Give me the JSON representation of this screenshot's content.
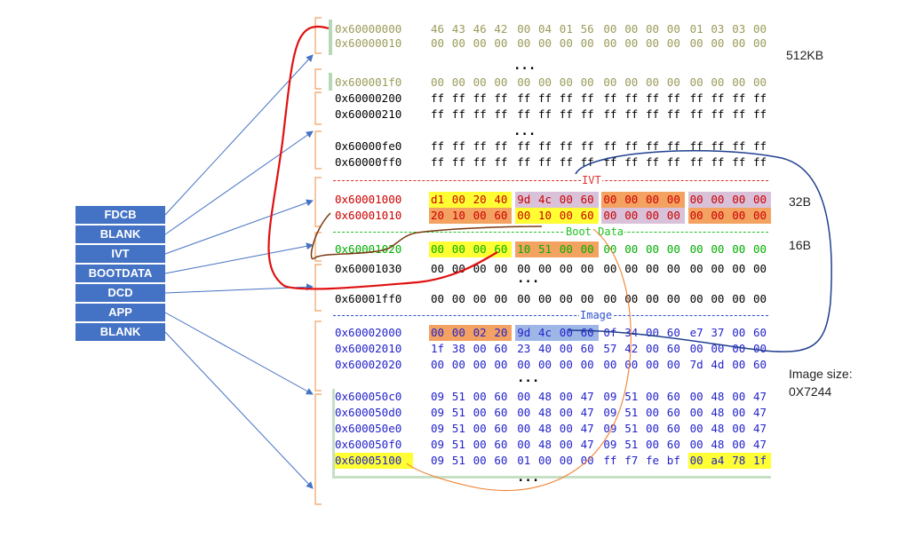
{
  "legend": [
    "FDCB",
    "BLANK",
    "IVT",
    "BOOTDATA",
    "DCD",
    "APP",
    "BLANK"
  ],
  "separators": {
    "ivt": "IVT",
    "boot_data": "Boot Data",
    "image": "Image"
  },
  "ellipsis": "...",
  "notes": {
    "size_512kb": "512KB",
    "size_32b": "32B",
    "size_16b": "16B",
    "image_size_label": "Image size:",
    "image_size_value": "0X7244"
  },
  "colors": {
    "legend_box": "#4472c4",
    "olive_text": "#9b9b5a",
    "red_text": "#cc0000",
    "green_text": "#00b000",
    "blue_text": "#2222cc",
    "yellow_hl": "#ffff33",
    "orange_hl": "#f4a261",
    "lavender_hl": "#d9c2d9",
    "blue_hl": "#9eb6e6",
    "section_bar": "#c6e0c6"
  },
  "rows": [
    {
      "addr": "0x60000000",
      "color": "olive",
      "bytes": [
        "46",
        "43",
        "46",
        "42",
        "00",
        "04",
        "01",
        "56",
        "00",
        "00",
        "00",
        "00",
        "01",
        "03",
        "03",
        "00"
      ]
    },
    {
      "addr": "0x60000010",
      "color": "olive",
      "bytes": [
        "00",
        "00",
        "00",
        "00",
        "00",
        "00",
        "00",
        "00",
        "00",
        "00",
        "00",
        "00",
        "00",
        "00",
        "00",
        "00"
      ]
    },
    {
      "addr": "0x600001f0",
      "color": "olive",
      "bytes": [
        "00",
        "00",
        "00",
        "00",
        "00",
        "00",
        "00",
        "00",
        "00",
        "00",
        "00",
        "00",
        "00",
        "00",
        "00",
        "00"
      ]
    },
    {
      "addr": "0x60000200",
      "color": "black",
      "bytes": [
        "ff",
        "ff",
        "ff",
        "ff",
        "ff",
        "ff",
        "ff",
        "ff",
        "ff",
        "ff",
        "ff",
        "ff",
        "ff",
        "ff",
        "ff",
        "ff"
      ]
    },
    {
      "addr": "0x60000210",
      "color": "black",
      "bytes": [
        "ff",
        "ff",
        "ff",
        "ff",
        "ff",
        "ff",
        "ff",
        "ff",
        "ff",
        "ff",
        "ff",
        "ff",
        "ff",
        "ff",
        "ff",
        "ff"
      ]
    },
    {
      "addr": "0x60000fe0",
      "color": "black",
      "bytes": [
        "ff",
        "ff",
        "ff",
        "ff",
        "ff",
        "ff",
        "ff",
        "ff",
        "ff",
        "ff",
        "ff",
        "ff",
        "ff",
        "ff",
        "ff",
        "ff"
      ]
    },
    {
      "addr": "0x60000ff0",
      "color": "black",
      "bytes": [
        "ff",
        "ff",
        "ff",
        "ff",
        "ff",
        "ff",
        "ff",
        "ff",
        "ff",
        "ff",
        "ff",
        "ff",
        "ff",
        "ff",
        "ff",
        "ff"
      ]
    },
    {
      "addr": "0x60001000",
      "color": "red",
      "bytes": [
        "d1",
        "00",
        "20",
        "40",
        "9d",
        "4c",
        "00",
        "60",
        "00",
        "00",
        "00",
        "00",
        "00",
        "00",
        "00",
        "00"
      ]
    },
    {
      "addr": "0x60001010",
      "color": "red",
      "bytes": [
        "20",
        "10",
        "00",
        "60",
        "00",
        "10",
        "00",
        "60",
        "00",
        "00",
        "00",
        "00",
        "00",
        "00",
        "00",
        "00"
      ]
    },
    {
      "addr": "0x60001020",
      "color": "green",
      "bytes": [
        "00",
        "00",
        "00",
        "60",
        "10",
        "51",
        "00",
        "00",
        "00",
        "00",
        "00",
        "00",
        "00",
        "00",
        "00",
        "00"
      ]
    },
    {
      "addr": "0x60001030",
      "color": "black",
      "bytes": [
        "00",
        "00",
        "00",
        "00",
        "00",
        "00",
        "00",
        "00",
        "00",
        "00",
        "00",
        "00",
        "00",
        "00",
        "00",
        "00"
      ]
    },
    {
      "addr": "0x60001ff0",
      "color": "black",
      "bytes": [
        "00",
        "00",
        "00",
        "00",
        "00",
        "00",
        "00",
        "00",
        "00",
        "00",
        "00",
        "00",
        "00",
        "00",
        "00",
        "00"
      ]
    },
    {
      "addr": "0x60002000",
      "color": "blue",
      "bytes": [
        "00",
        "00",
        "02",
        "20",
        "9d",
        "4c",
        "00",
        "60",
        "0f",
        "34",
        "00",
        "60",
        "e7",
        "37",
        "00",
        "60"
      ]
    },
    {
      "addr": "0x60002010",
      "color": "blue",
      "bytes": [
        "1f",
        "38",
        "00",
        "60",
        "23",
        "40",
        "00",
        "60",
        "57",
        "42",
        "00",
        "60",
        "00",
        "00",
        "00",
        "00"
      ]
    },
    {
      "addr": "0x60002020",
      "color": "blue",
      "bytes": [
        "00",
        "00",
        "00",
        "00",
        "00",
        "00",
        "00",
        "00",
        "00",
        "00",
        "00",
        "00",
        "7d",
        "4d",
        "00",
        "60"
      ]
    },
    {
      "addr": "0x600050c0",
      "color": "blue",
      "bytes": [
        "09",
        "51",
        "00",
        "60",
        "00",
        "48",
        "00",
        "47",
        "09",
        "51",
        "00",
        "60",
        "00",
        "48",
        "00",
        "47"
      ]
    },
    {
      "addr": "0x600050d0",
      "color": "blue",
      "bytes": [
        "09",
        "51",
        "00",
        "60",
        "00",
        "48",
        "00",
        "47",
        "09",
        "51",
        "00",
        "60",
        "00",
        "48",
        "00",
        "47"
      ]
    },
    {
      "addr": "0x600050e0",
      "color": "blue",
      "bytes": [
        "09",
        "51",
        "00",
        "60",
        "00",
        "48",
        "00",
        "47",
        "09",
        "51",
        "00",
        "60",
        "00",
        "48",
        "00",
        "47"
      ]
    },
    {
      "addr": "0x600050f0",
      "color": "blue",
      "bytes": [
        "09",
        "51",
        "00",
        "60",
        "00",
        "48",
        "00",
        "47",
        "09",
        "51",
        "00",
        "60",
        "00",
        "48",
        "00",
        "47"
      ]
    },
    {
      "addr": "0x60005100",
      "color": "blue",
      "bytes": [
        "09",
        "51",
        "00",
        "60",
        "01",
        "00",
        "00",
        "00",
        "ff",
        "f7",
        "fe",
        "bf",
        "00",
        "a4",
        "78",
        "1f"
      ]
    }
  ]
}
